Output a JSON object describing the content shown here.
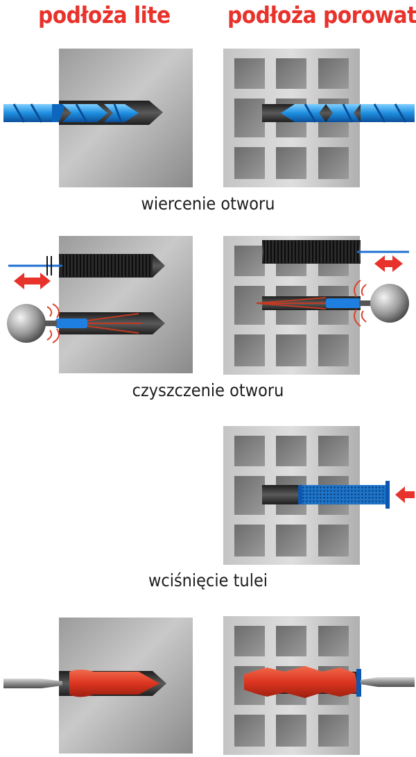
{
  "headings": {
    "solid": "podłoża lite",
    "porous": "podłoża porowate"
  },
  "steps": [
    {
      "caption": "wiercenie otworu"
    },
    {
      "caption": "czyszczenie otworu"
    },
    {
      "caption": "wciśnięcie tulei"
    },
    {
      "caption": ""
    }
  ],
  "colors": {
    "heading": "#e8322c",
    "drill": "#1f8fe0",
    "resin": "#dd3520",
    "arrow": "#e8322c",
    "block": "#b8b8b8",
    "cavity": "#838383",
    "hole": "#3c3c3c"
  }
}
